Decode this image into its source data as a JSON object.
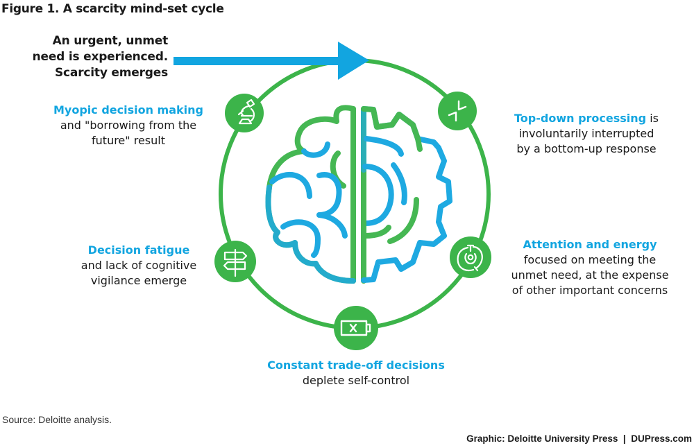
{
  "figure": {
    "title": "Figure 1. A scarcity mind-set cycle"
  },
  "intro": {
    "lines": [
      "An urgent, unmet",
      "need is experienced.",
      "Scarcity emerges"
    ]
  },
  "stages": [
    {
      "id": "myopic",
      "icon": "microscope-icon",
      "highlight": "Myopic decision making",
      "highlight_suffix": "",
      "lines": [
        "and \"borrowing from the",
        "future\" result"
      ]
    },
    {
      "id": "top-down",
      "icon": "collapse-arrows-icon",
      "highlight": "Top-down processing",
      "highlight_suffix": " is",
      "lines": [
        "involuntarily interrupted",
        "by a bottom-up response"
      ]
    },
    {
      "id": "attention",
      "icon": "maze-target-icon",
      "highlight": "Attention and energy",
      "highlight_suffix": "",
      "lines": [
        "focused on meeting the",
        "unmet need, at the expense",
        "of other important concerns"
      ]
    },
    {
      "id": "trade-off",
      "icon": "empty-battery-icon",
      "highlight": "Constant trade-off decisions",
      "highlight_suffix": "",
      "lines": [
        "deplete self-control"
      ]
    },
    {
      "id": "fatigue",
      "icon": "signpost-icon",
      "highlight": "Decision fatigue",
      "highlight_suffix": "",
      "lines": [
        "and lack of cognitive",
        "vigilance emerge"
      ]
    }
  ],
  "center_graphic": "brain-gear-icon",
  "colors": {
    "green": "#3cb44a",
    "blue": "#12a5e0",
    "text": "#1a1a1a"
  },
  "footer": {
    "source": "Source: Deloitte analysis.",
    "credit": "Graphic: Deloitte University Press  |  DUPress.com"
  }
}
